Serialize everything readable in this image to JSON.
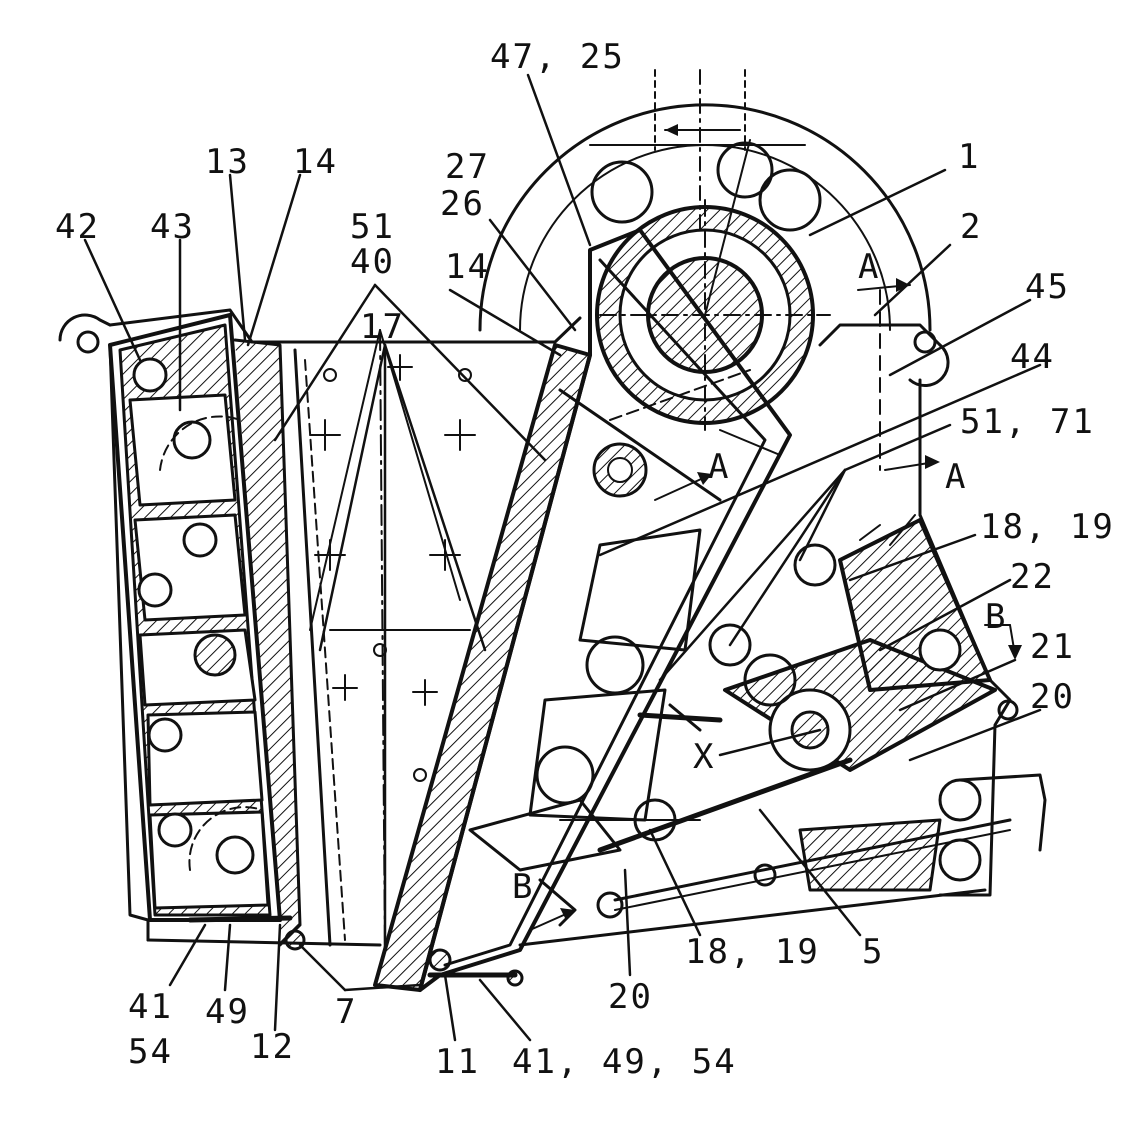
{
  "labels": {
    "l_47_25": "47, 25",
    "l_1": "1",
    "l_27": "27",
    "l_26": "26",
    "l_13": "13",
    "l_14a": "14",
    "l_2": "2",
    "l_A_top": "A",
    "l_45": "45",
    "l_42": "42",
    "l_43": "43",
    "l_51": "51",
    "l_40": "40",
    "l_14b": "14",
    "l_17": "17",
    "l_44": "44",
    "l_51_71": "51, 71",
    "l_A_mid1": "A",
    "l_A_mid2": "A",
    "l_18_19a": "18, 19",
    "l_22": "22",
    "l_B_right": "B",
    "l_21": "21",
    "l_20a": "20",
    "l_X": "X",
    "l_B_left": "B",
    "l_18_19b": "18, 19",
    "l_5": "5",
    "l_20b": "20",
    "l_41": "41",
    "l_54": "54",
    "l_49": "49",
    "l_12": "12",
    "l_7": "7",
    "l_11": "11",
    "l_41_49_54": "41, 49, 54"
  }
}
